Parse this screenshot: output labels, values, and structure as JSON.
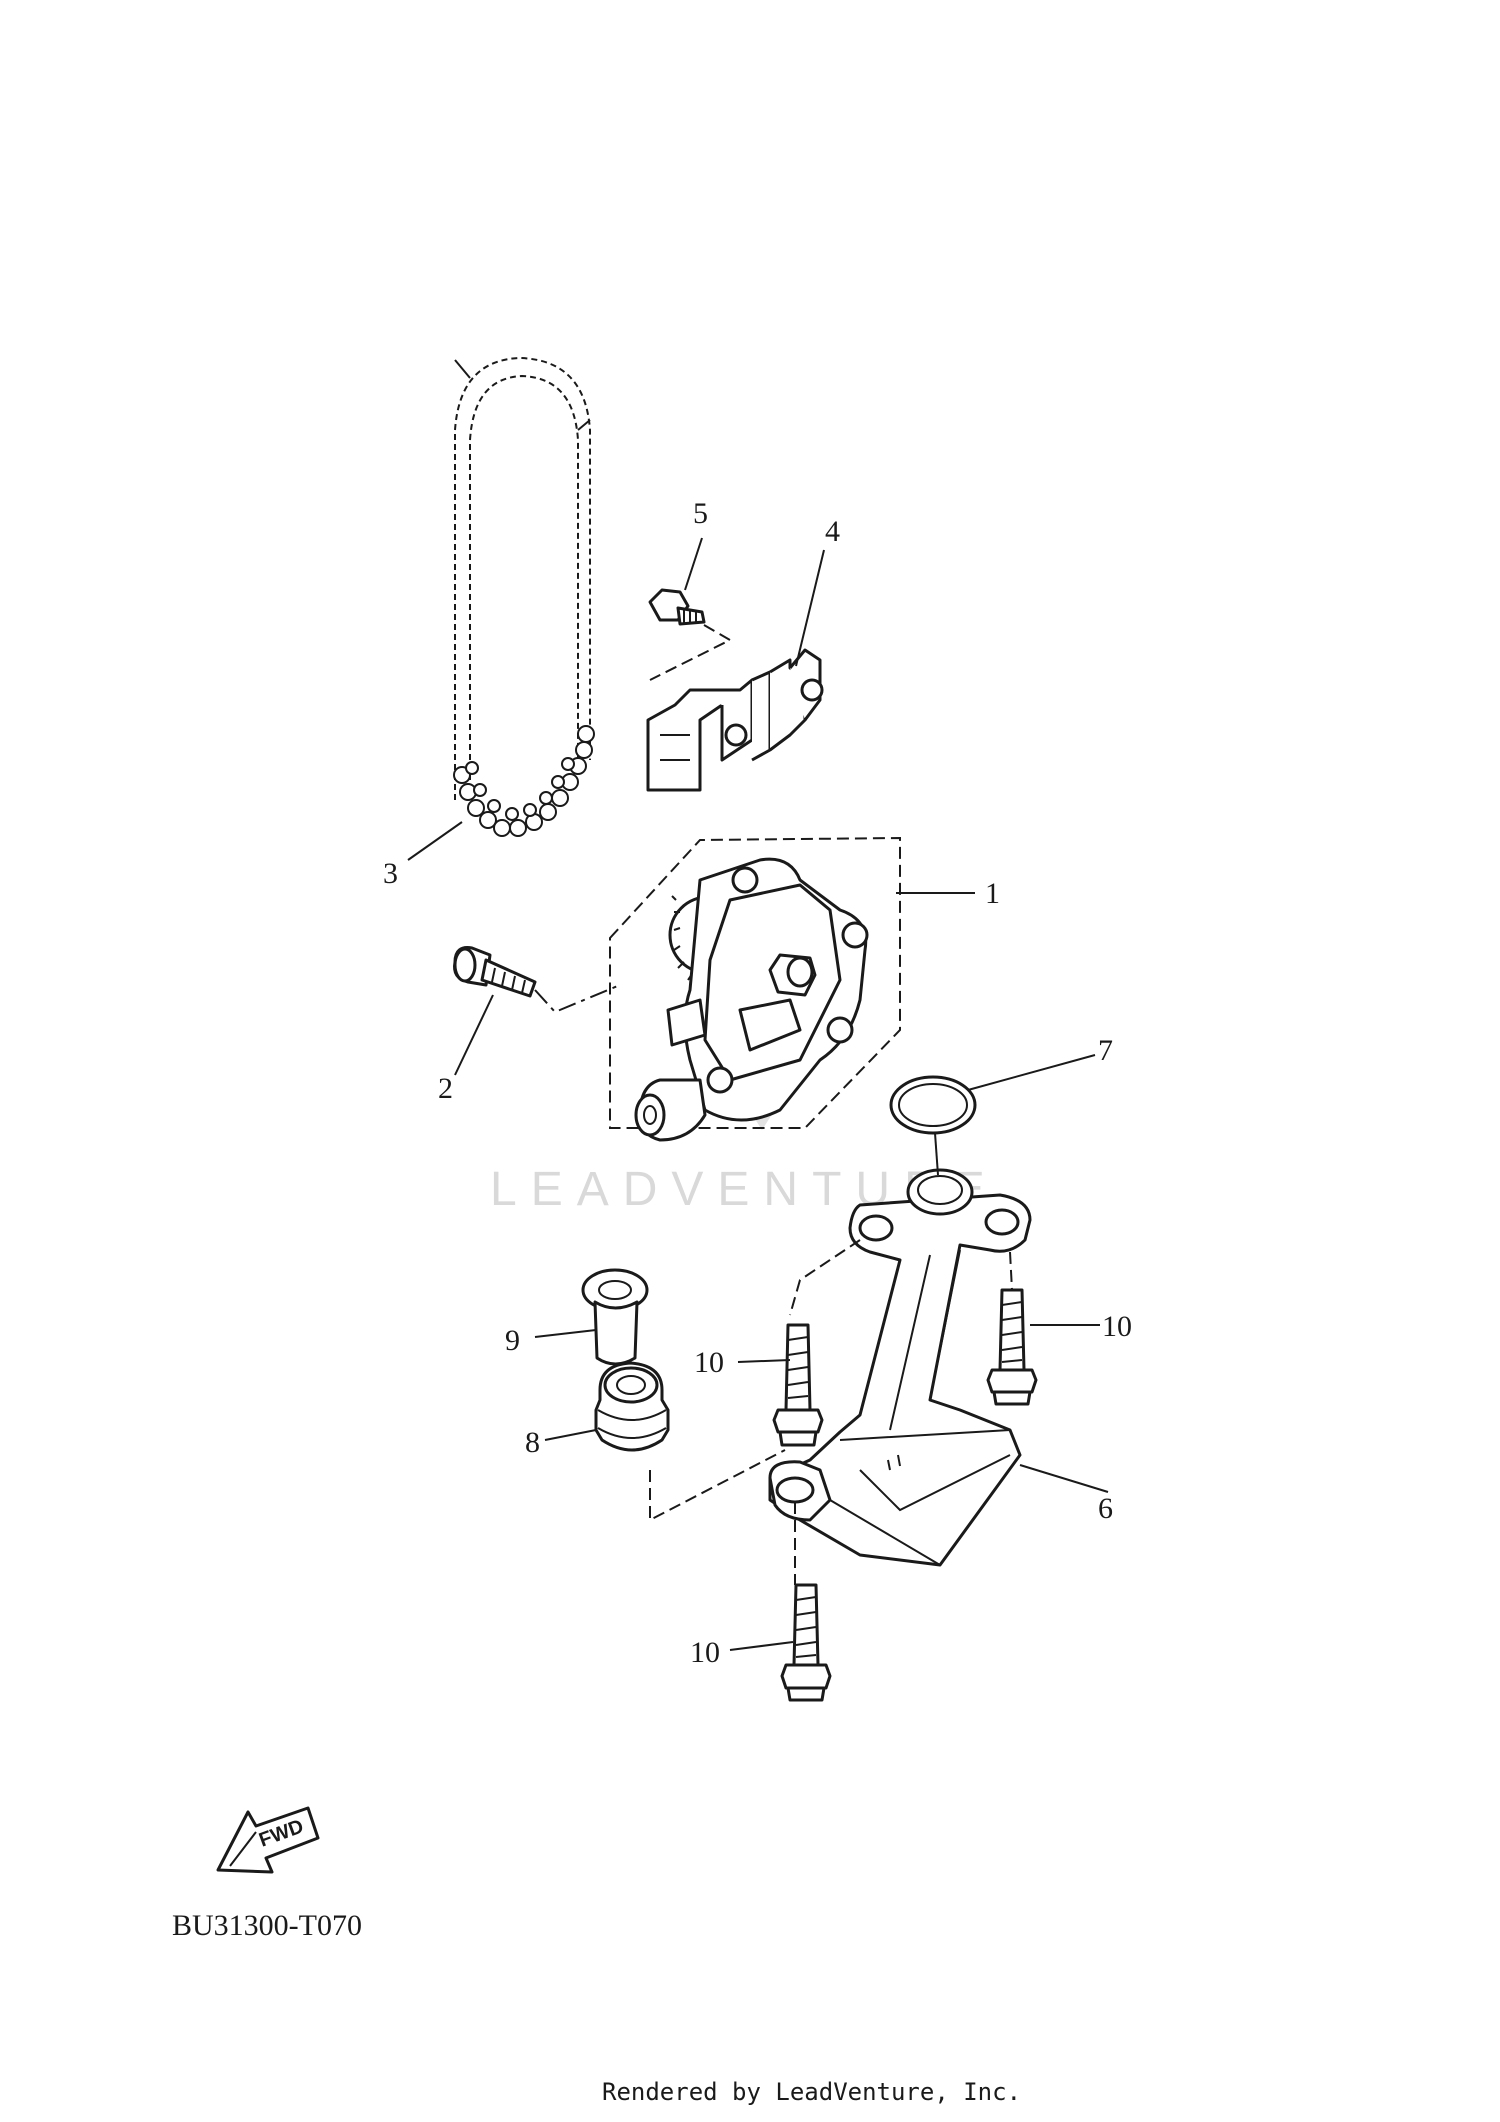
{
  "diagram": {
    "watermark": "LEADVENTURE",
    "diagram_code": "BU31300-T070",
    "rendered_by": "Rendered by LeadVenture, Inc.",
    "fwd_label": "FWD",
    "callouts": {
      "c1": "1",
      "c2": "2",
      "c3": "3",
      "c4": "4",
      "c5": "5",
      "c6": "6",
      "c7": "7",
      "c8": "8",
      "c9": "9",
      "c10a": "10",
      "c10b": "10",
      "c10c": "10"
    }
  }
}
